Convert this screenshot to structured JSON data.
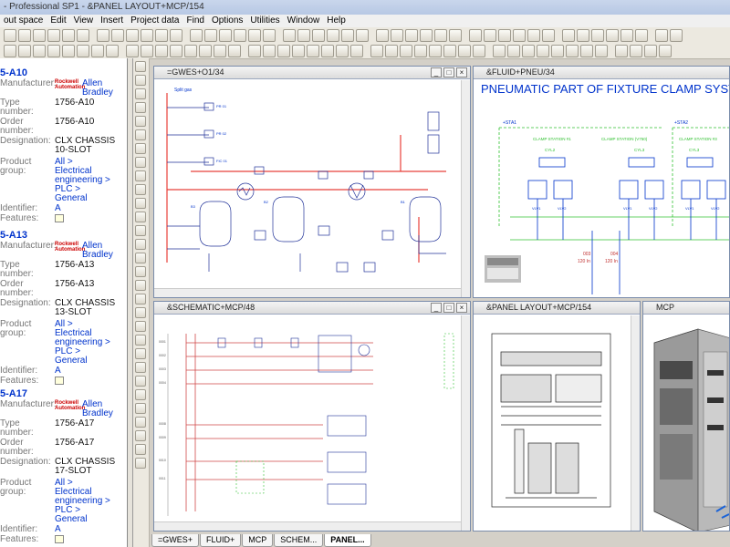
{
  "window": {
    "title": "- Professional SP1 - &PANEL LAYOUT+MCP/154"
  },
  "menu": [
    "out space",
    "Edit",
    "View",
    "Insert",
    "Project data",
    "Find",
    "Options",
    "Utilities",
    "Window",
    "Help"
  ],
  "parts": [
    {
      "id": "5-A10",
      "manufacturer": "Allen Bradley",
      "type_number": "1756-A10",
      "order_number": "1756-A10",
      "designation": "CLX CHASSIS 10-SLOT",
      "group": [
        "All >",
        "Electrical engineering >",
        "PLC >",
        "General"
      ],
      "identifier": "A"
    },
    {
      "id": "5-A13",
      "manufacturer": "Allen Bradley",
      "type_number": "1756-A13",
      "order_number": "1756-A13",
      "designation": "CLX CHASSIS 13-SLOT",
      "group": [
        "All >",
        "Electrical engineering >",
        "PLC >",
        "General"
      ],
      "identifier": "A"
    },
    {
      "id": "5-A17",
      "manufacturer": "Allen Bradley",
      "type_number": "1756-A17",
      "order_number": "1756-A17",
      "designation": "CLX CHASSIS 17-SLOT",
      "group": [
        "All >",
        "Electrical engineering >",
        "PLC >",
        "General"
      ],
      "identifier": "A"
    }
  ],
  "labels": {
    "manufacturer": "Manufacturer:",
    "type_number": "Type number:",
    "order_number": "Order number:",
    "designation": "Designation:",
    "group": "Product group:",
    "identifier": "Identifier:",
    "features": "Features:",
    "rockwell": "Rockwell Automation"
  },
  "windows": {
    "gwes": {
      "title": "=GWES+O1/34",
      "split": "Split gas"
    },
    "fluid": {
      "title": "&FLUID+PNEU/34",
      "heading": "PNEUMATIC PART OF FIXTURE CLAMP SYSTEM",
      "sta1": "+STA1",
      "sta2": "+STA2",
      "station1": "CLAMP STATION #1",
      "station2": "CLAMP STATION (V750)",
      "station3": "CLAMP STATION #3",
      "cyl2": "CYL2",
      "cyl3": "CYL3",
      "cyl3b": "CYL3",
      "vlv1": "VLV1",
      "vlv2": "VLV2",
      "vlv3": "VLV1",
      "vlv4": "VLV2",
      "vlv5": "VLV1",
      "vlv6": "VLV2",
      "w1": "003",
      "w1b": "120 In",
      "w2": "004",
      "w2b": "120 In"
    },
    "schematic": {
      "title": "&SCHEMATIC+MCP/48"
    },
    "panel": {
      "title": "&PANEL LAYOUT+MCP/154"
    },
    "mcp": {
      "title": "MCP"
    }
  },
  "tabs": [
    "=GWES+",
    "FLUID+",
    "MCP",
    "SCHEM...",
    "PANEL..."
  ],
  "colors": {
    "link": "#0033cc",
    "pipe": "#e8403a",
    "pneu": "#30c030",
    "schem": "#d04848"
  }
}
